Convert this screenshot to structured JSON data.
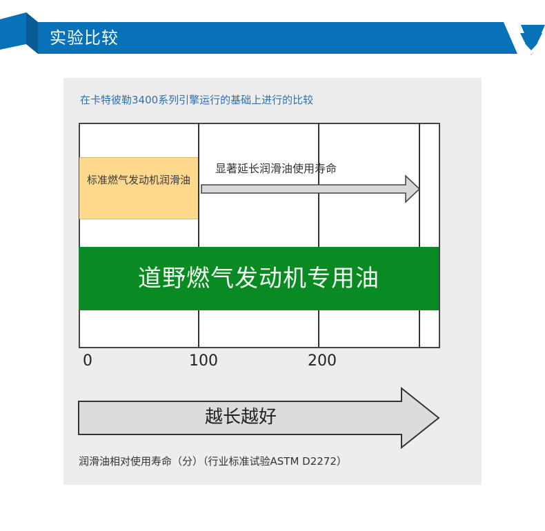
{
  "header": {
    "title": "实验比较",
    "color": "#0872B8",
    "logo_icon": "v-chevron-logo-icon"
  },
  "chart_data": {
    "type": "bar",
    "title": "在卡特彼勒3400系列引擎运行的基础上进行的比较",
    "orientation": "horizontal",
    "categories": [
      "标准燃气发动机润滑油",
      "道野燃气发动机专用油"
    ],
    "values": [
      100,
      280
    ],
    "colors": [
      "#FFD98E",
      "#0A8A22"
    ],
    "xlabel": "润滑油相对使用寿命（分）（行业标准试验ASTM D2272）",
    "ylabel": "",
    "xlim": [
      0,
      300
    ],
    "x_ticks": [
      "0",
      "100",
      "200"
    ],
    "grid": true,
    "annotations": [
      {
        "text": "显著延长润滑油使用寿命",
        "type": "arrow",
        "from": 100,
        "to": 280
      },
      {
        "text": "越长越好",
        "type": "big-arrow",
        "direction": "right"
      }
    ]
  },
  "panel": {
    "subtitle": "在卡特彼勒3400系列引擎运行的基础上进行的比较",
    "standard_label": "标准燃气发动机润滑油",
    "extend_label": "显著延长润滑油使用寿命",
    "product_label": "道野燃气发动机专用油",
    "ticks": [
      "0",
      "100",
      "200"
    ],
    "better_label": "越长越好",
    "caption": "润滑油相对使用寿命（分）（行业标准试验ASTM D2272）"
  }
}
